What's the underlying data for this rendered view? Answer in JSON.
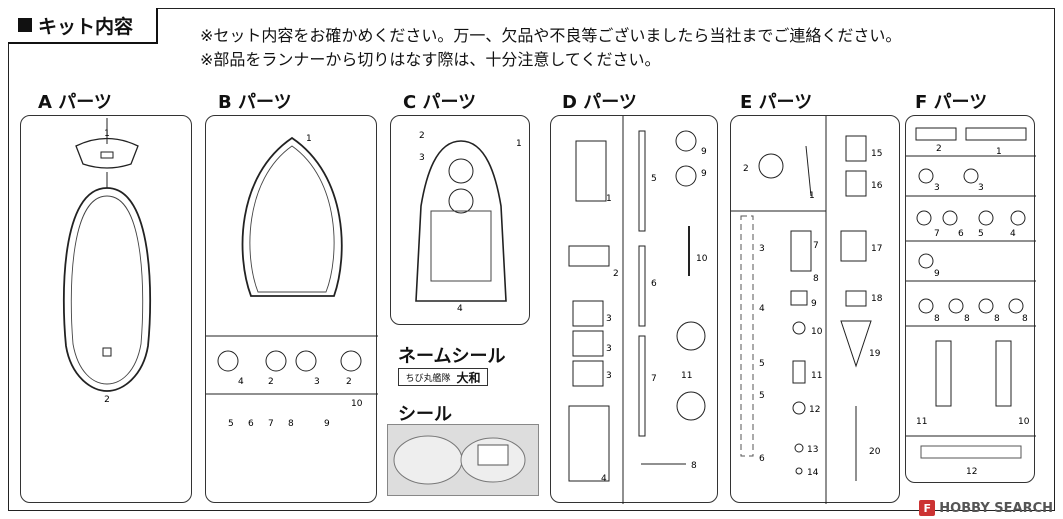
{
  "header": {
    "title": "キット内容"
  },
  "notes": [
    "※セット内容をお確かめください。万一、欠品や不良等ございましたら当社までご連絡ください。",
    "※部品をランナーから切りはなす際は、十分注意してください。"
  ],
  "panels": [
    {
      "label": "A パーツ",
      "numbers": [
        "1",
        "2"
      ]
    },
    {
      "label": "B パーツ",
      "numbers": [
        "1",
        "4",
        "2",
        "3",
        "2",
        "5",
        "6",
        "7",
        "8",
        "9",
        "10"
      ]
    },
    {
      "label": "C パーツ",
      "numbers": [
        "2",
        "3",
        "1",
        "4"
      ]
    },
    {
      "label": "D パーツ",
      "numbers": [
        "1",
        "2",
        "3",
        "3",
        "3",
        "4",
        "5",
        "6",
        "7",
        "8",
        "9",
        "9",
        "10",
        "11"
      ]
    },
    {
      "label": "E パーツ",
      "numbers": [
        "2",
        "1",
        "3",
        "4",
        "5",
        "5",
        "6",
        "7",
        "8",
        "9",
        "10",
        "11",
        "12",
        "13",
        "14",
        "15",
        "16",
        "17",
        "18",
        "19",
        "20"
      ]
    },
    {
      "label": "F パーツ",
      "numbers": [
        "2",
        "1",
        "3",
        "3",
        "7",
        "6",
        "5",
        "4",
        "9",
        "8",
        "8",
        "8",
        "8",
        "11",
        "10",
        "12"
      ]
    }
  ],
  "seals": {
    "name_seal_title": "ネームシール",
    "name_seal_small": "ちび丸艦隊",
    "name_seal_big": "大和",
    "seal_title": "シール"
  },
  "watermark": {
    "text": "HOBBY SEARCH",
    "logo": "F"
  }
}
